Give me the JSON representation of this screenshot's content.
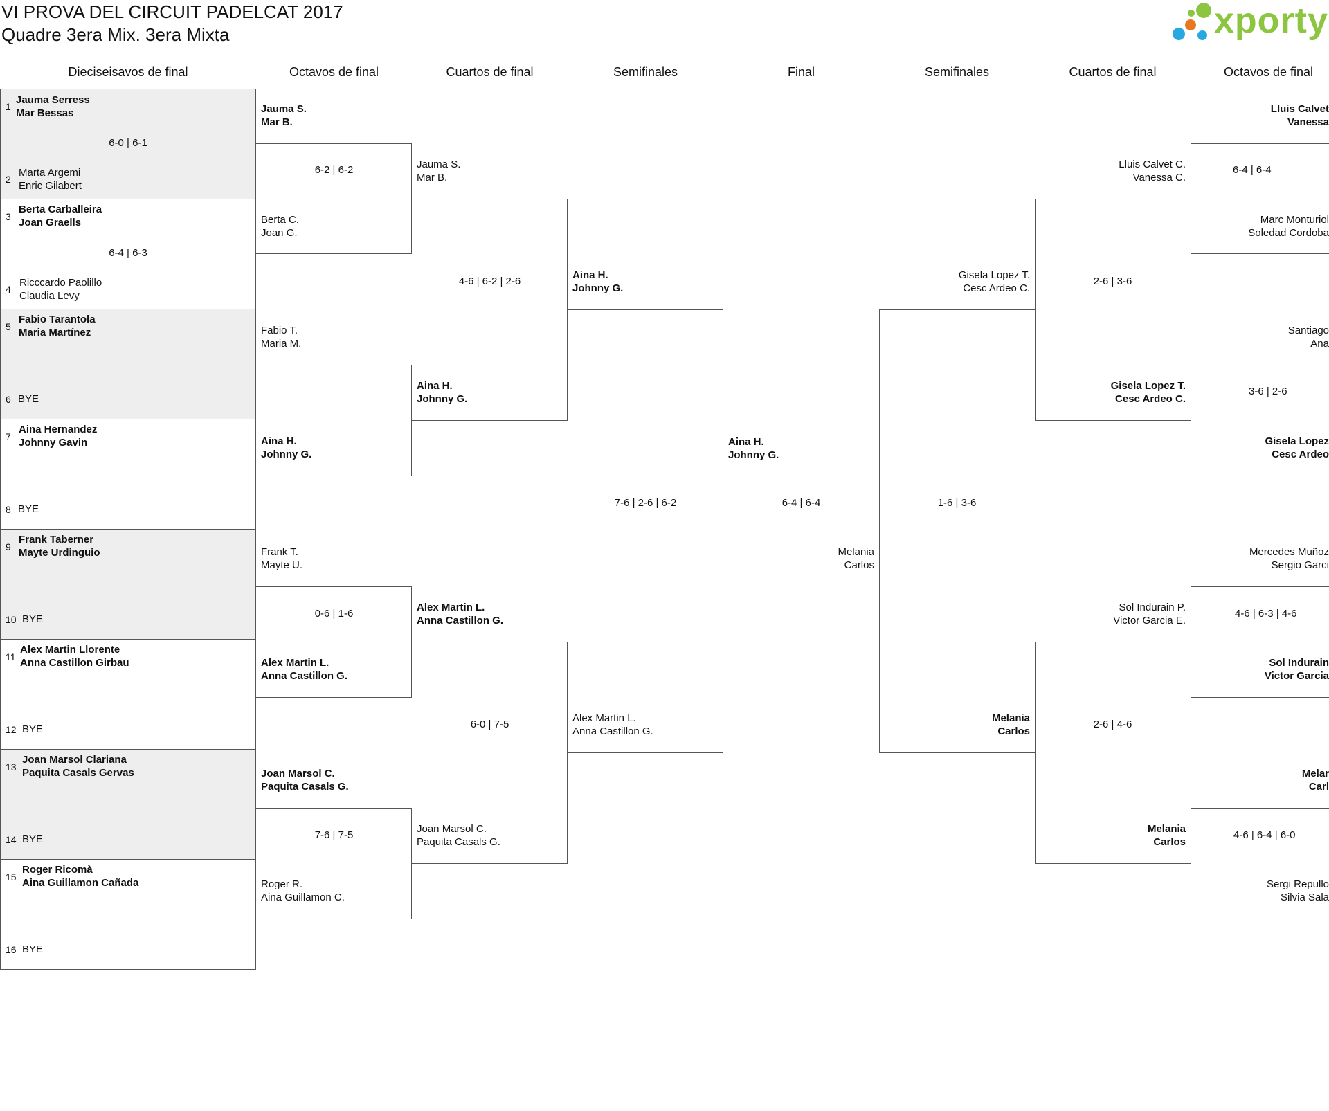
{
  "title": {
    "line1": "VI PROVA DEL CIRCUIT PADELCAT 2017",
    "line2": "Quadre 3era Mix. 3era Mixta"
  },
  "logo": {
    "text": "xporty",
    "colors": [
      "#8cc53f",
      "#e87722",
      "#29a8e0"
    ]
  },
  "headers": {
    "r32": "Dieciseisavos de final",
    "r16_left": "Octavos de final",
    "qf_left": "Cuartos de final",
    "sf_left": "Semifinales",
    "final": "Final",
    "sf_right": "Semifinales",
    "qf_right": "Cuartos de final",
    "r16_right": "Octavos de final"
  },
  "r32": {
    "seeds": [
      "1",
      "2",
      "3",
      "4",
      "5",
      "6",
      "7",
      "8",
      "9",
      "10",
      "11",
      "12",
      "13",
      "14",
      "15",
      "16"
    ],
    "entries": [
      {
        "l1": "Jauma Serress",
        "l2": "Mar Bessas"
      },
      {
        "l1": "Marta Argemi",
        "l2": "Enric Gilabert"
      },
      {
        "l1": "Berta Carballeira",
        "l2": "Joan Graells"
      },
      {
        "l1": "Ricccardo Paolillo",
        "l2": "Claudia Levy"
      },
      {
        "l1": "Fabio Tarantola",
        "l2": "Maria Martínez"
      },
      {
        "l1": "BYE",
        "l2": ""
      },
      {
        "l1": "Aina Hernandez",
        "l2": "Johnny Gavin"
      },
      {
        "l1": "BYE",
        "l2": ""
      },
      {
        "l1": "Frank Taberner",
        "l2": "Mayte Urdinguio"
      },
      {
        "l1": "BYE",
        "l2": ""
      },
      {
        "l1": "Alex Martin Llorente",
        "l2": "Anna Castillon Girbau"
      },
      {
        "l1": "BYE",
        "l2": ""
      },
      {
        "l1": "Joan Marsol Clariana",
        "l2": "Paquita Casals Gervas"
      },
      {
        "l1": "BYE",
        "l2": ""
      },
      {
        "l1": "Roger Ricomà",
        "l2": "Aina Guillamon Cañada"
      },
      {
        "l1": "BYE",
        "l2": ""
      }
    ],
    "scores": [
      "6-0 | 6-1",
      "6-4 | 6-3"
    ]
  },
  "r16_left": {
    "entries": [
      {
        "l1": "Jauma S.",
        "l2": "Mar B."
      },
      {
        "l1": "Berta C.",
        "l2": "Joan G."
      },
      {
        "l1": "Fabio T.",
        "l2": "Maria M."
      },
      {
        "l1": "Aina H.",
        "l2": "Johnny G."
      },
      {
        "l1": "Frank T.",
        "l2": "Mayte U."
      },
      {
        "l1": "Alex Martin L.",
        "l2": "Anna Castillon G."
      },
      {
        "l1": "Joan Marsol C.",
        "l2": "Paquita Casals G."
      },
      {
        "l1": "Roger R.",
        "l2": "Aina Guillamon C."
      }
    ],
    "scores": [
      "6-2 | 6-2",
      "",
      "0-6 | 1-6",
      "7-6 | 7-5"
    ]
  },
  "qf_left": {
    "entries": [
      {
        "l1": "Jauma S.",
        "l2": "Mar B."
      },
      {
        "l1": "Aina H.",
        "l2": "Johnny G."
      },
      {
        "l1": "Alex Martin L.",
        "l2": "Anna Castillon G."
      },
      {
        "l1": "Joan Marsol C.",
        "l2": "Paquita Casals G."
      }
    ],
    "scores": [
      "4-6 | 6-2 | 2-6",
      "6-0 | 7-5"
    ]
  },
  "sf_left": {
    "entries": [
      {
        "l1": "Aina H.",
        "l2": "Johnny G."
      },
      {
        "l1": "Alex Martin L.",
        "l2": "Anna Castillon G."
      }
    ],
    "score": "7-6 | 2-6 | 6-2"
  },
  "final": {
    "left": {
      "l1": "Aina H.",
      "l2": "Johnny G."
    },
    "right": {
      "l1": "Melania",
      "l2": "Carlos"
    },
    "score": "6-4 | 6-4"
  },
  "sf_right": {
    "entries": [
      {
        "l1": "Gisela Lopez T.",
        "l2": "Cesc Ardeo C."
      },
      {
        "l1": "Melania",
        "l2": "Carlos"
      }
    ],
    "score": "1-6 | 3-6"
  },
  "qf_right": {
    "entries": [
      {
        "l1": "Lluis Calvet C.",
        "l2": "Vanessa C."
      },
      {
        "l1": "Gisela Lopez T.",
        "l2": "Cesc Ardeo C."
      },
      {
        "l1": "Sol Indurain P.",
        "l2": "Victor Garcia E."
      },
      {
        "l1": "Melania",
        "l2": "Carlos"
      }
    ],
    "scores": [
      "2-6 | 3-6",
      "2-6 | 4-6"
    ]
  },
  "r16_right": {
    "entries": [
      {
        "l1": "Lluis Calvet",
        "l2": "Vanessa"
      },
      {
        "l1": "Marc Monturiol",
        "l2": "Soledad Cordoba"
      },
      {
        "l1": "Santiago",
        "l2": "Ana"
      },
      {
        "l1": "Gisela Lopez",
        "l2": "Cesc Ardeo"
      },
      {
        "l1": "Mercedes Muñoz",
        "l2": "Sergio Garci"
      },
      {
        "l1": "Sol Indurain",
        "l2": "Victor Garcia"
      },
      {
        "l1": "Melar",
        "l2": "Carl"
      },
      {
        "l1": "Sergi Repullo",
        "l2": "Silvia Sala"
      }
    ],
    "scores": [
      "6-4 | 6-4",
      "3-6 | 2-6",
      "4-6 | 6-3 | 4-6",
      "4-6 | 6-4 | 6-0"
    ]
  }
}
